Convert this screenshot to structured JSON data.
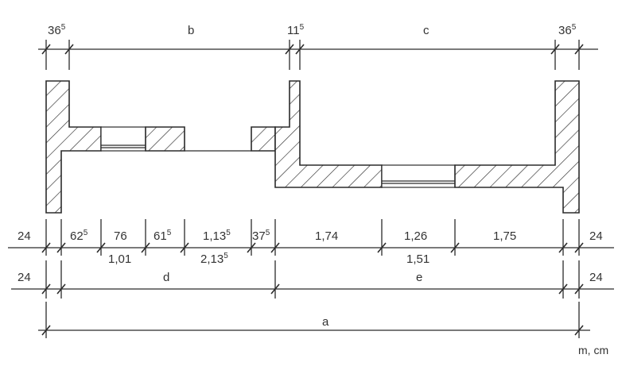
{
  "top_dimensions": {
    "left_wall": {
      "main": "36",
      "sup": "5"
    },
    "span_b": "b",
    "middle_wall": {
      "main": "11",
      "sup": "5"
    },
    "span_c": "c",
    "right_wall": {
      "main": "36",
      "sup": "5"
    }
  },
  "chain_1": {
    "side_left": "24",
    "side_right": "24",
    "segments": [
      {
        "main": "62",
        "sup": "5"
      },
      {
        "main": "76",
        "sup": ""
      },
      {
        "main": "61",
        "sup": "5"
      },
      {
        "main": "1,13",
        "sup": "5"
      },
      {
        "main": "37",
        "sup": "5"
      },
      {
        "main": "1,74",
        "sup": ""
      },
      {
        "main": "1,26",
        "sup": ""
      },
      {
        "main": "1,75",
        "sup": ""
      }
    ],
    "under_labels": [
      {
        "main": "1,01",
        "sup": ""
      },
      {
        "main": "2,13",
        "sup": "5"
      },
      {
        "main": "1,51",
        "sup": ""
      }
    ]
  },
  "chain_2": {
    "side_left": "24",
    "side_right": "24",
    "span_d": "d",
    "span_e": "e"
  },
  "overall": {
    "span_a": "a"
  },
  "units": "m, cm"
}
